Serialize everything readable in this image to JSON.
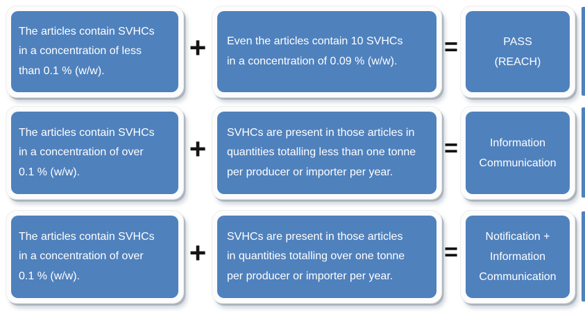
{
  "diagram": {
    "operators": {
      "plus": "+",
      "equals": "="
    },
    "colors": {
      "box_fill": "#4f81bd",
      "frame_fill": "#fcfcfc",
      "box_text": "#ffffff",
      "operator_color": "#141414"
    },
    "rows": [
      {
        "condition1": "The articles contain SVHCs\nin a concentration of less\nthan 0.1 % (w/w).",
        "condition2": "Even the articles contain 10 SVHCs\nin a concentration of 0.09 % (w/w).",
        "result": "PASS\n(REACH)"
      },
      {
        "condition1": "The articles contain SVHCs\nin a concentration of over\n0.1 % (w/w).",
        "condition2": "SVHCs are present in those articles in\nquantities totalling less than one tonne\nper producer or importer per year.",
        "result": "Information\nCommunication"
      },
      {
        "condition1": "The articles contain SVHCs\nin a concentration of over\n0.1 % (w/w).",
        "condition2": "SVHCs are present in those articles\nin quantities totalling over one tonne\nper producer or importer per year.",
        "result": "Notification +\nInformation\nCommunication"
      }
    ]
  }
}
